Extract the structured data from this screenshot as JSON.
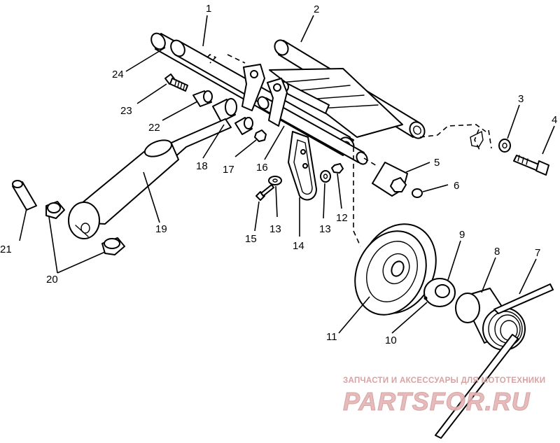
{
  "labels": {
    "p1": "1",
    "p2": "2",
    "p3": "3",
    "p4": "4",
    "p5": "5",
    "p6": "6",
    "p7": "7",
    "p8": "8",
    "p9": "9",
    "p10": "10",
    "p11": "11",
    "p12": "12",
    "p13a": "13",
    "p13b": "13",
    "p14": "14",
    "p15": "15",
    "p16": "16",
    "p17": "17",
    "p18": "18",
    "p19": "19",
    "p20": "20",
    "p21": "21",
    "p22": "22",
    "p23": "23",
    "p24": "24"
  },
  "watermark": {
    "caption": "ЗАПЧАСТИ И АКСЕССУАРЫ ДЛЯ МОТОТЕХНИКИ",
    "logo": "PARTSFOR.RU",
    "color": "#d9a2a2"
  }
}
